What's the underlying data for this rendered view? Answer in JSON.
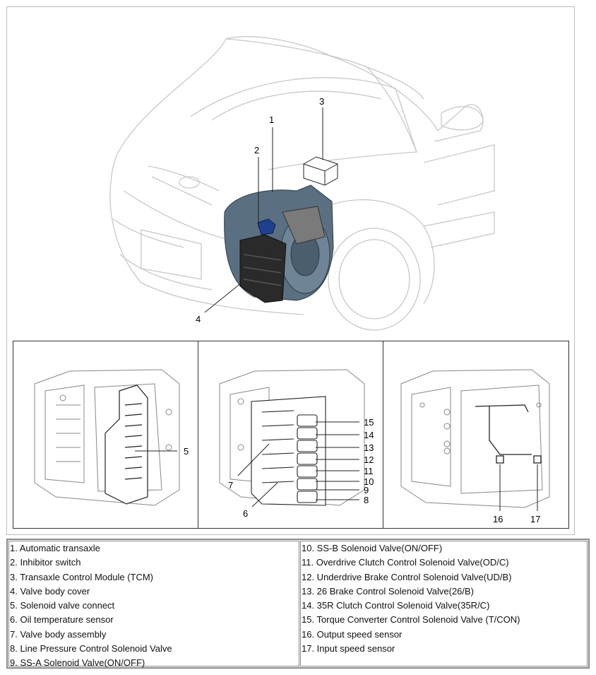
{
  "callouts": {
    "main": [
      "1",
      "2",
      "3",
      "4"
    ],
    "panel_left": [
      "5"
    ],
    "panel_middle": [
      "15",
      "14",
      "13",
      "12",
      "11",
      "10",
      "9",
      "8",
      "7",
      "6"
    ],
    "panel_right": [
      "16",
      "17"
    ]
  },
  "legend": {
    "left": [
      "1. Automatic transaxle",
      "2. Inhibitor switch",
      "3. Transaxle Control Module (TCM)",
      "4. Valve body cover",
      "5. Solenoid valve connect",
      "6. Oil temperature sensor",
      "7. Valve body assembly",
      "8. Line Pressure Control Solenoid Valve",
      "9. SS-A Solenoid Valve(ON/OFF)"
    ],
    "right": [
      "10. SS-B Solenoid Valve(ON/OFF)",
      "11. Overdrive Clutch Control Solenoid Valve(OD/C)",
      "12. Underdrive Brake Control Solenoid Valve(UD/B)",
      "13. 26 Brake Control Solenoid Valve(26/B)",
      "14. 35R Clutch Control Solenoid Valve(35R/C)",
      "15. Torque Converter Control Solenoid Valve (T/CON)",
      "16. Output speed sensor",
      "17. Input speed sensor"
    ]
  },
  "colors": {
    "transaxle": "#5a7082",
    "inhibitor_switch": "#1f3f8f",
    "valve_body_cover": "#2a2a2a",
    "car_outline": "#c8c8c8",
    "line_art": "#555555"
  }
}
